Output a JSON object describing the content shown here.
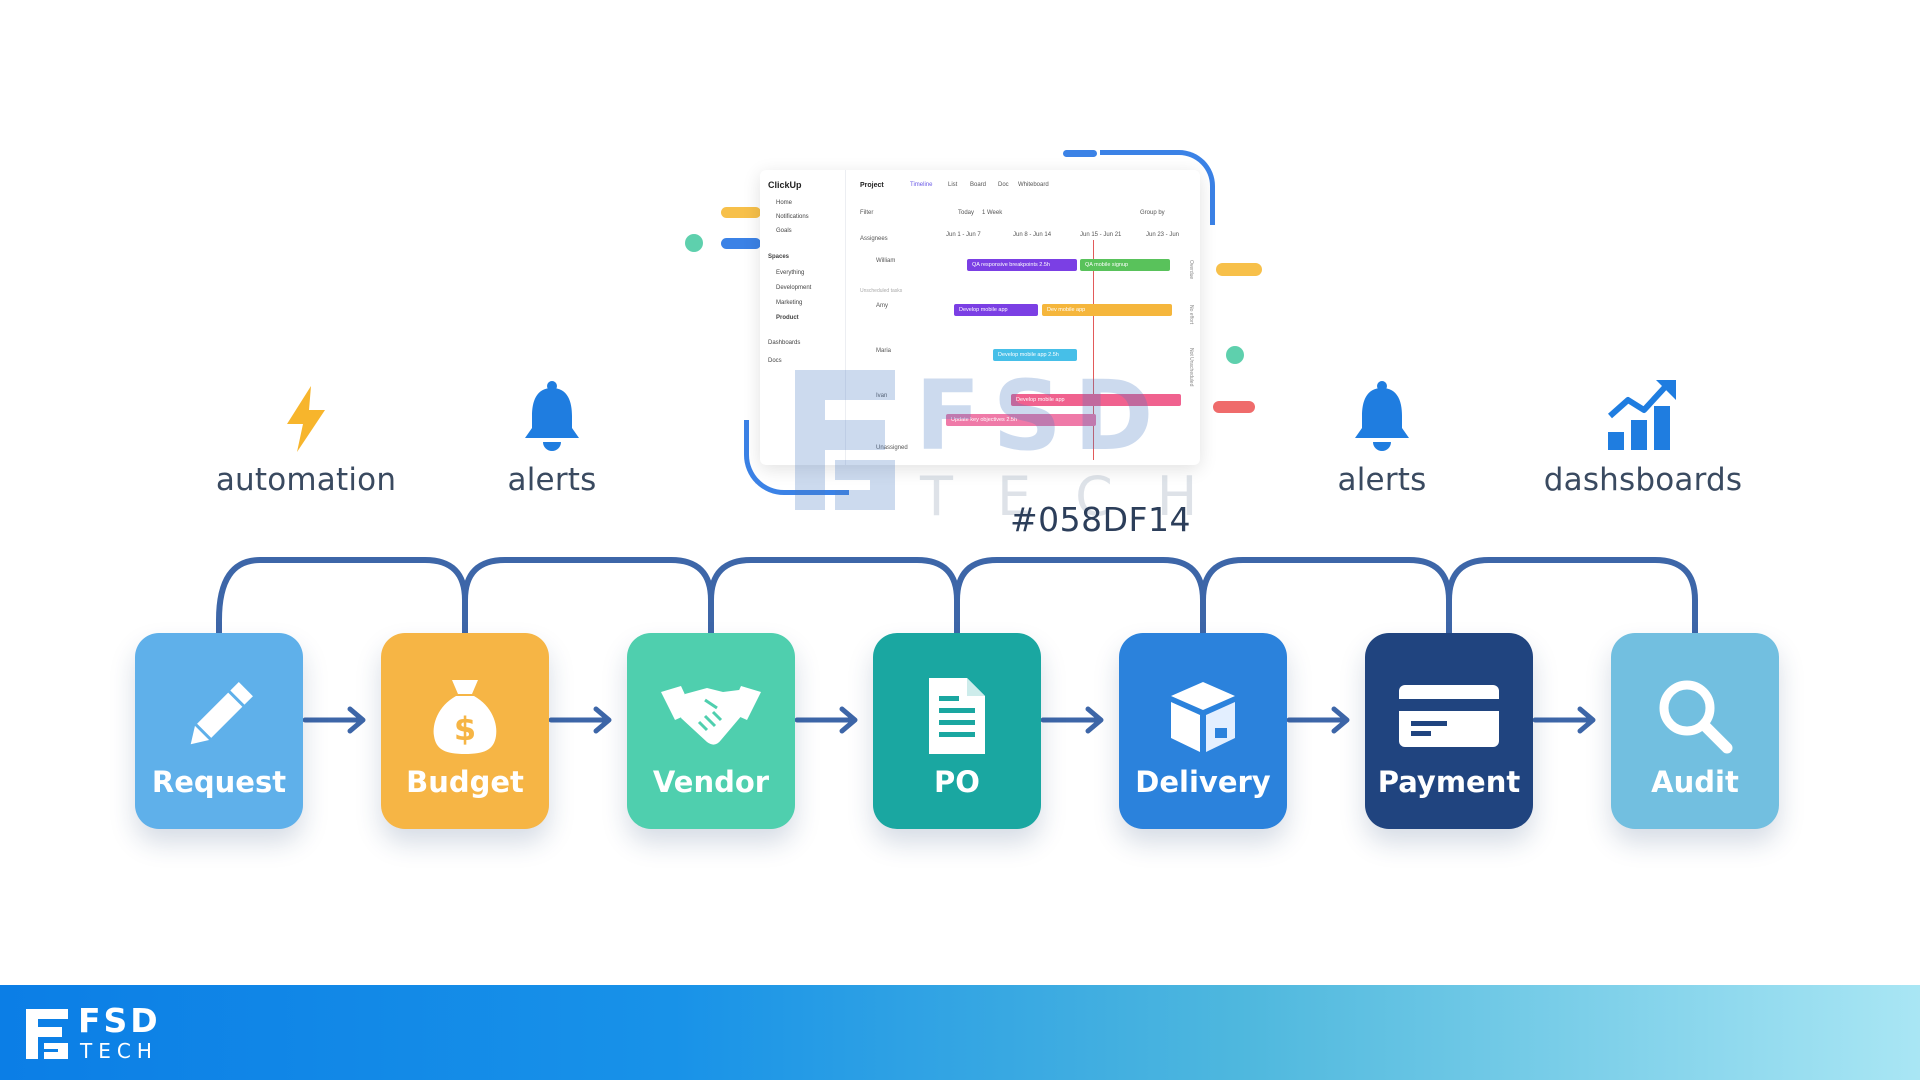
{
  "features": [
    {
      "label": "automation",
      "icon": "lightning-icon"
    },
    {
      "label": "alerts",
      "icon": "bell-icon"
    },
    {
      "label": "alerts",
      "icon": "bell-icon"
    },
    {
      "label": "dashsboards",
      "icon": "growth-chart-icon"
    }
  ],
  "color_code": "#058DF14",
  "watermark": {
    "line1": "FSD",
    "line2": "TECH"
  },
  "steps": [
    {
      "label": "Request",
      "color": "#5fb0ea",
      "icon": "pencil-icon"
    },
    {
      "label": "Budget",
      "color": "#f6b545",
      "icon": "money-bag-icon"
    },
    {
      "label": "Vendor",
      "color": "#4fcfae",
      "icon": "handshake-icon"
    },
    {
      "label": "PO",
      "color": "#1aa7a1",
      "icon": "document-icon"
    },
    {
      "label": "Delivery",
      "color": "#2b82dc",
      "icon": "package-icon"
    },
    {
      "label": "Payment",
      "color": "#20447f",
      "icon": "credit-card-icon"
    },
    {
      "label": "Audit",
      "color": "#72bfe0",
      "icon": "magnifier-icon"
    }
  ],
  "app": {
    "brand": "ClickUp",
    "nav": [
      "Home",
      "Notifications",
      "Goals"
    ],
    "spaces_label": "Spaces",
    "spaces": [
      "Everything",
      "Development",
      "Marketing",
      "Product"
    ],
    "dashboards": "Dashboards",
    "docs": "Docs",
    "project": "Project",
    "views": [
      "Timeline",
      "List",
      "Board",
      "Doc",
      "Whiteboard"
    ],
    "filter": "Filter",
    "today": "Today",
    "week": "1 Week",
    "group_by": "Group by",
    "assignees": "Assignees",
    "weeks": [
      "Jun 1 - Jun 7",
      "Jun 8 - Jun 14",
      "Jun 15 - Jun 21",
      "Jun 23 - Jun"
    ],
    "people": [
      "William",
      "Amy",
      "Maria",
      "Ivan",
      "Unassigned"
    ],
    "sub": "Unscheduled tasks",
    "tasks": [
      {
        "label": "QA responsive breakpoints",
        "tag": "2.5h",
        "color": "#7b3fe4"
      },
      {
        "label": "QA mobile signup",
        "tag": "",
        "color": "#59c25b"
      },
      {
        "label": "Develop mobile app",
        "tag": "",
        "color": "#7b3fe4"
      },
      {
        "label": "Dev mobile app",
        "tag": "",
        "color": "#f5b63c"
      },
      {
        "label": "Develop mobile app",
        "tag": "2.5h",
        "color": "#46bfe8"
      },
      {
        "label": "Develop mobile app",
        "tag": "",
        "color": "#f0628f"
      },
      {
        "label": "Update key objectives",
        "tag": "2.5h",
        "color": "#ef7aa8"
      }
    ],
    "side_tags": [
      "Overdue",
      "No effort",
      "Not Unscheduled"
    ]
  },
  "footer": {
    "brand_line1": "FSD",
    "brand_line2": "TECH"
  }
}
